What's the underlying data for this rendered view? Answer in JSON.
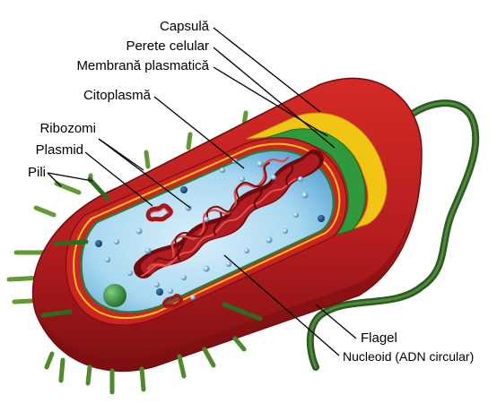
{
  "labels": {
    "capsule": "Capsulă",
    "cell_wall": "Perete celular",
    "plasma_membrane": "Membrană plasmatică",
    "cytoplasm": "Citoplasmă",
    "ribosomes": "Ribozomi",
    "plasmid": "Plasmid",
    "pili": "Pili",
    "flagellum": "Flagel",
    "nucleoid": "Nucleoid (ADN circular)"
  },
  "colors": {
    "capsule": "#b81d1d",
    "capsule_dark": "#7a0e10",
    "cell_wall": "#f2c413",
    "plasma_membrane": "#2f9a3c",
    "cytoplasm": "#9fd3ee",
    "cytoplasm_dark": "#5aa8d6",
    "dna": "#9e1a1f",
    "pili": "#6aa83b",
    "flagellum": "#2d5a22"
  }
}
